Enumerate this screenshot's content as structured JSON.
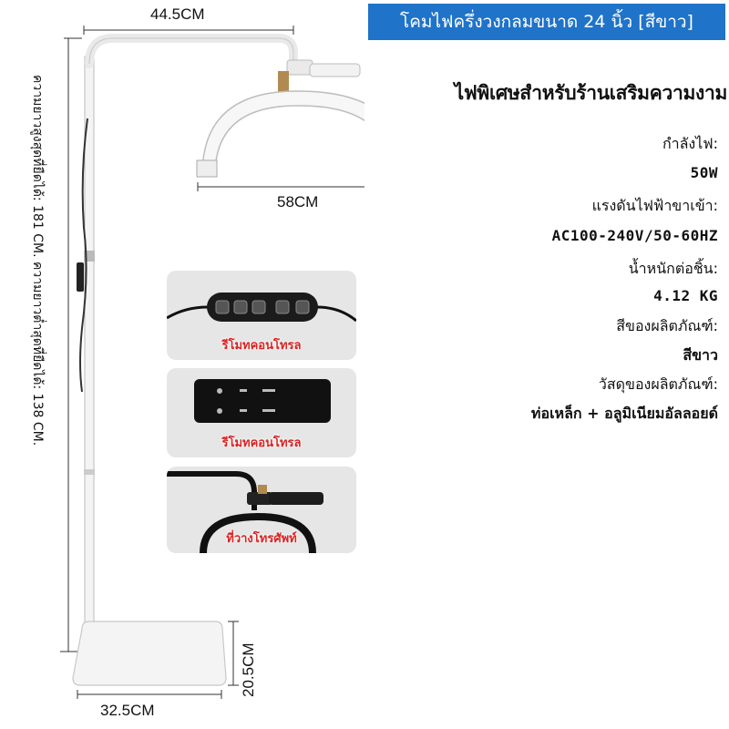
{
  "title": "โคมไฟครึ่งวงกลมขนาด 24 นิ้ว [สีขาว]",
  "subtitle": "ไฟพิเศษสำหรับร้านเสริมความงาม",
  "specs": [
    {
      "label": "กำลังไฟ:",
      "value": "50W"
    },
    {
      "label": "แรงดันไฟฟ้าขาเข้า:",
      "value": "AC100-240V/50-60HZ"
    },
    {
      "label": "น้ำหนักต่อชิ้น:",
      "value": "4.12 KG"
    },
    {
      "label": "สีของผลิตภัณฑ์:",
      "value": "สีขาว"
    },
    {
      "label": "วัสดุของผลิตภัณฑ์:",
      "value": "ท่อเหล็ก + อลูมิเนียมอัลลอยด์"
    }
  ],
  "dimensions": {
    "top_width": "44.5CM",
    "arc_width": "58CM",
    "base_width": "32.5CM",
    "base_depth": "20.5CM",
    "height_text": "ความยาวสูงสุดที่ยืดได้: 181 CM. ความยาวต่ำสุดที่ยืดได้: 138 CM."
  },
  "panels": [
    {
      "label": "รีโมทคอนโทรล"
    },
    {
      "label": "รีโมทคอนโทรล"
    },
    {
      "label": "ที่วางโทรศัพท์"
    }
  ],
  "colors": {
    "banner": "#1f73c8",
    "panel_label": "#d82323",
    "panel_bg": "#e6e6e6"
  }
}
